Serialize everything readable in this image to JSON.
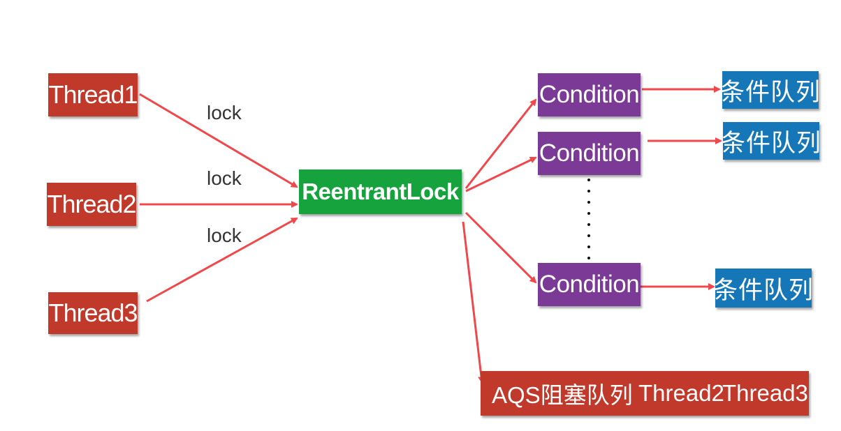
{
  "threads": [
    {
      "label": "Thread1"
    },
    {
      "label": "Thread2"
    },
    {
      "label": "Thread3"
    }
  ],
  "edge_labels": [
    "lock",
    "lock",
    "lock"
  ],
  "lock": {
    "label": "ReentrantLock"
  },
  "conditions": [
    {
      "label": "Condition"
    },
    {
      "label": "Condition"
    },
    {
      "label": "Condition"
    }
  ],
  "queues": [
    {
      "label": "条件队列"
    },
    {
      "label": "条件队列"
    },
    {
      "label": "条件队列"
    }
  ],
  "aqs": {
    "label": "AQS阻塞队列",
    "members": [
      "Thread2",
      "Thread3"
    ]
  },
  "colors": {
    "thread": "#c0392b",
    "lock": "#16a33e",
    "condition": "#7b3a96",
    "queue": "#1677b8",
    "arrow": "#f0474b"
  }
}
